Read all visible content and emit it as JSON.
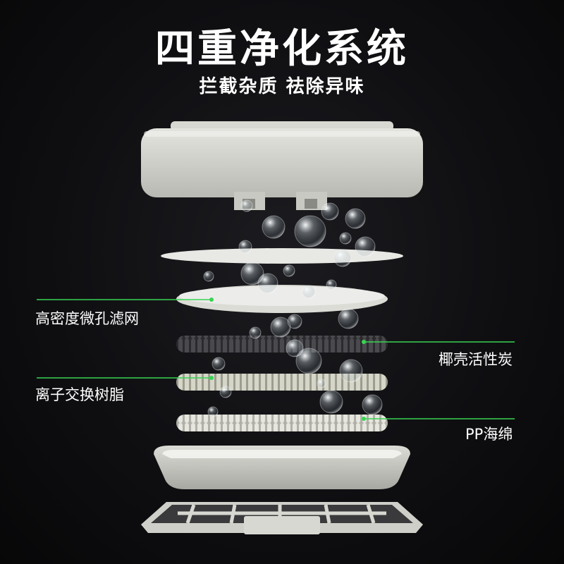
{
  "header": {
    "title": "四重净化系统",
    "subtitle": "拦截杂质 祛除异味"
  },
  "layers": [
    {
      "label": "高密度微孔滤网"
    },
    {
      "label": "椰壳活性炭"
    },
    {
      "label": "离子交换树脂"
    },
    {
      "label": "PP海绵"
    }
  ],
  "colors": {
    "background": "#0f0f12",
    "callout_line": "#39d353",
    "text": "#ffffff"
  }
}
